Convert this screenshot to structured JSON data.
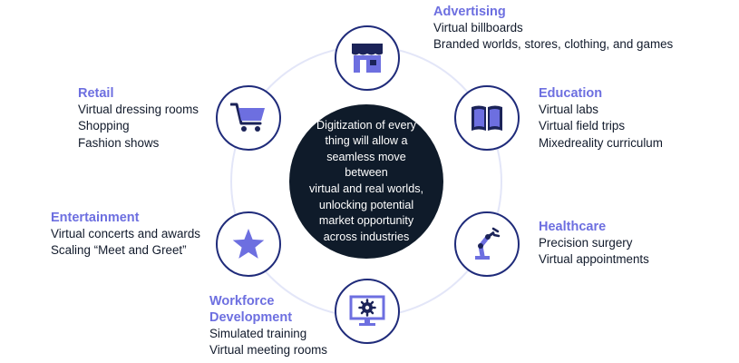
{
  "center_text": "Digitization of every\nthing will allow a\nseamless move between\nvirtual and  real worlds,\nunlocking potential\nmarket opportunity\nacross industries",
  "colors": {
    "accent": "#6d6fe0",
    "circle_border": "#1f2b7a",
    "ring": "#e3e6f8",
    "center_fill": "#0f1b2a",
    "text": "#111a2b"
  },
  "categories": {
    "advertising": {
      "title": "Advertising",
      "icon": "storefront-icon",
      "lines": [
        "Virtual billboards",
        "Branded worlds, stores, clothing, and games"
      ]
    },
    "education": {
      "title": "Education",
      "icon": "book-icon",
      "lines": [
        "Virtual labs",
        "Virtual field trips",
        "Mixedreality curriculum"
      ]
    },
    "healthcare": {
      "title": "Healthcare",
      "icon": "robotic-arm-icon",
      "lines": [
        "Precision surgery",
        "Virtual appointments"
      ]
    },
    "workforce": {
      "title": "Workforce\nDevelopment",
      "icon": "monitor-gear-icon",
      "lines": [
        "Simulated training",
        "Virtual meeting rooms"
      ]
    },
    "entertainment": {
      "title": "Entertainment",
      "icon": "star-icon",
      "lines": [
        "Virtual concerts and awards",
        "Scaling “Meet and Greet”"
      ]
    },
    "retail": {
      "title": "Retail",
      "icon": "shopping-cart-icon",
      "lines": [
        "Virtual dressing rooms",
        "Shopping",
        "Fashion shows"
      ]
    }
  }
}
